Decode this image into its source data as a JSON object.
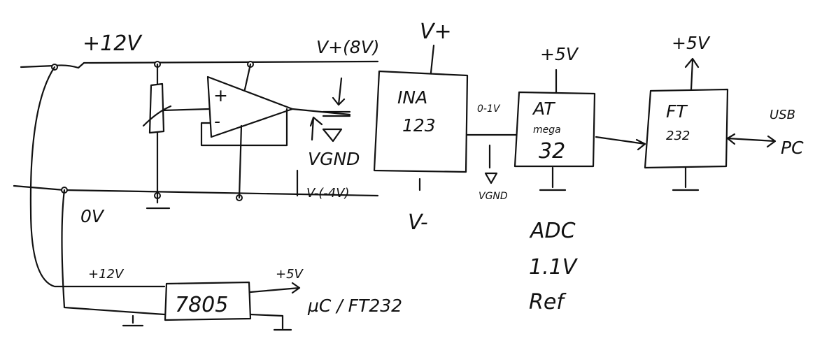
{
  "rails": {
    "plus12": "+12V",
    "zero": "0V",
    "vplus": "V+(8V)",
    "vminus": "V-(-4V)",
    "vgnd": "VGND"
  },
  "opamp": {
    "plus": "+",
    "minus": "-"
  },
  "ina": {
    "line1": "INA",
    "line2": "123",
    "top": "V+",
    "bottom": "V-"
  },
  "signal": {
    "range": "0-1V",
    "vgnd": "VGND"
  },
  "mcu": {
    "line1": "AT",
    "line2": "mega",
    "line3": "32",
    "supply": "+5V"
  },
  "ft": {
    "line1": "FT",
    "line2": "232",
    "supply": "+5V"
  },
  "link": {
    "usb": "USB",
    "pc": "PC"
  },
  "adc_note": {
    "line1": "ADC",
    "line2": "1.1V",
    "line3": "Ref"
  },
  "regulator": {
    "label": "7805",
    "input": "+12V",
    "output": "+5V",
    "target": "µC / FT232"
  }
}
